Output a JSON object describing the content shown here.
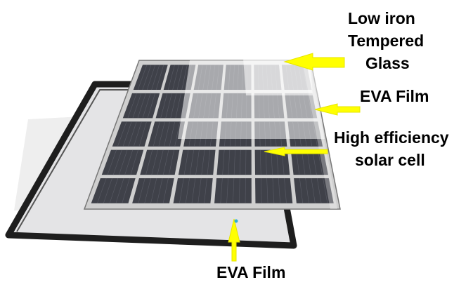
{
  "labels": {
    "glass": [
      "Low iron",
      "Tempered",
      "Glass"
    ],
    "eva_top": "EVA Film",
    "cell": [
      "High efficiency",
      "solar cell"
    ],
    "eva_bottom": "EVA Film"
  },
  "panel": {
    "columns": 6,
    "rows": 5
  },
  "colors": {
    "arrow": "#ffff00",
    "cell": "#3f4149",
    "frame": "#1e1e1e",
    "grid": "#e6e2d6"
  }
}
